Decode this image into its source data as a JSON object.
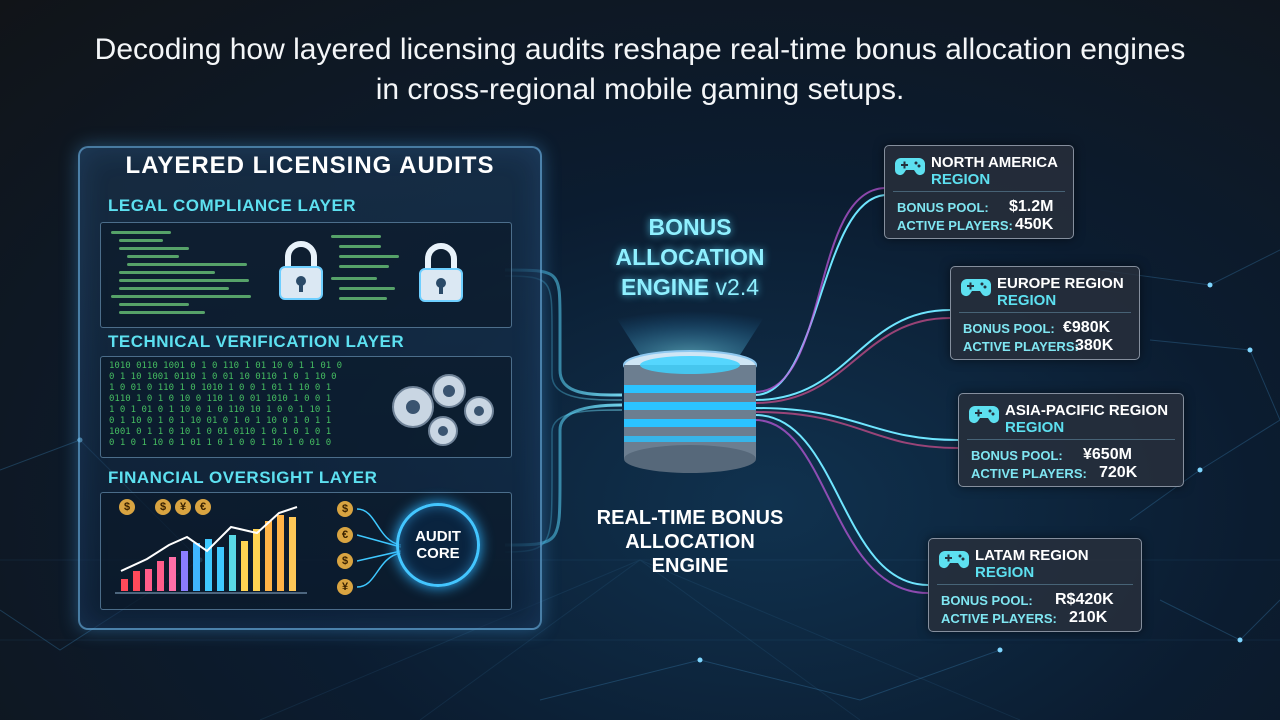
{
  "headline": "Decoding how layered licensing audits reshape real-time bonus allocation engines in cross-regional mobile gaming setups.",
  "audits_panel": {
    "title": "Layered Licensing Audits",
    "layers": [
      {
        "label": "Legal Compliance Layer",
        "icons": [
          "lock-icon",
          "lock-icon"
        ]
      },
      {
        "label": "Technical Verification Layer",
        "icons": [
          "gears-icon"
        ]
      },
      {
        "label": "Financial Oversight Layer",
        "icons": [
          "bar-chart-icon",
          "audit-core-icon"
        ]
      }
    ],
    "audit_core_lines": [
      "AUDIT",
      "CORE"
    ],
    "currency_symbols": [
      "$",
      "$",
      "¥",
      "€"
    ],
    "side_symbols": [
      "$",
      "€",
      "$",
      "¥"
    ]
  },
  "engine": {
    "title": "Bonus Allocation Engine",
    "version": "v2.4",
    "subtitle": "Real-Time Bonus Allocation Engine",
    "icon": "database-cylinder-icon"
  },
  "regions": [
    {
      "name": "North America",
      "sub": "Region",
      "bonus_pool_label": "Bonus Pool:",
      "bonus_pool": "$1.2M",
      "players_label": "Active Players:",
      "players": "450K",
      "icon": "gamepad-icon"
    },
    {
      "name": "Europe Region",
      "sub": "Region",
      "bonus_pool_label": "Bonus Pool:",
      "bonus_pool": "€980K",
      "players_label": "Active Players:",
      "players": "380K",
      "icon": "gamepad-icon"
    },
    {
      "name": "Asia-Pacific Region",
      "sub": "Region",
      "bonus_pool_label": "Bonus Pool:",
      "bonus_pool": "¥650M",
      "players_label": "Active Players:",
      "players": "720K",
      "icon": "gamepad-icon"
    },
    {
      "name": "LATAM Region",
      "sub": "Region",
      "bonus_pool_label": "Bonus Pool:",
      "bonus_pool": "R$420K",
      "players_label": "Active Players:",
      "players": "210K",
      "icon": "gamepad-icon"
    }
  ],
  "colors": {
    "accent": "#5de0f0",
    "glow": "#43c6ff",
    "panel_border": "#78c8ff",
    "code_green": "#4fd86a"
  }
}
